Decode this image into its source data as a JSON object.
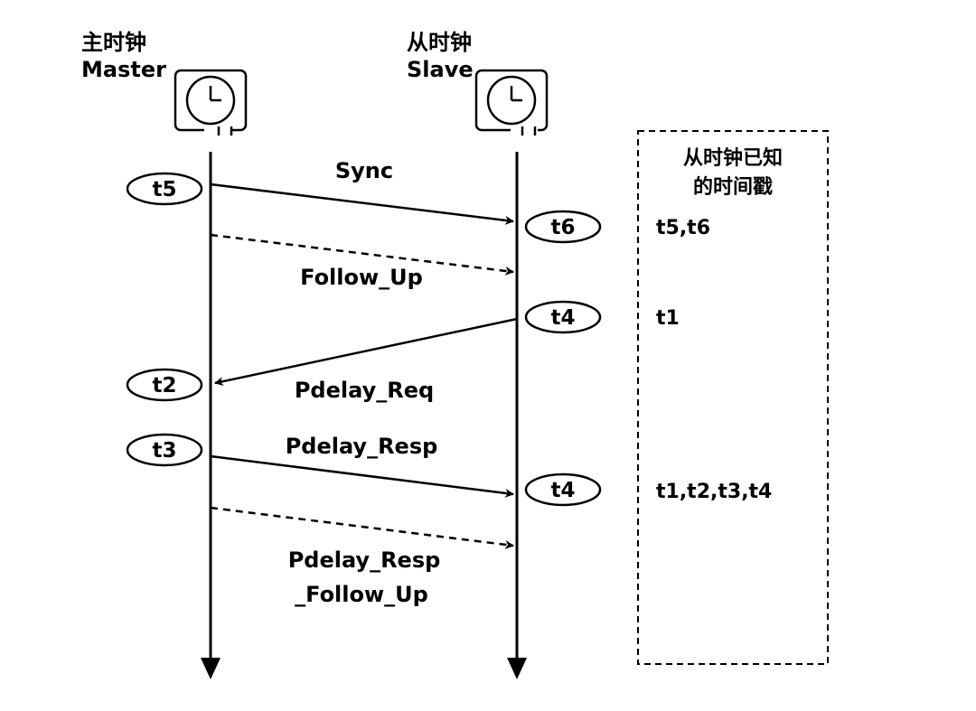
{
  "master": {
    "cn": "主时钟",
    "en": "Master"
  },
  "slave": {
    "cn": "从时钟",
    "en": "Slave"
  },
  "known_box": {
    "title_line1": "从时钟已知",
    "title_line2": "的时间戳"
  },
  "messages": {
    "sync": "Sync",
    "follow_up": "Follow_Up",
    "pdelay_req": "Pdelay_Req",
    "pdelay_resp": "Pdelay_Resp",
    "pdelay_resp_follow_up_line1": "Pdelay_Resp",
    "pdelay_resp_follow_up_line2": "_Follow_Up"
  },
  "timestamps": {
    "master_sync": "t5",
    "slave_sync": "t6",
    "slave_req": "t4",
    "master_req": "t2",
    "master_resp": "t3",
    "slave_resp": "t4"
  },
  "known_values": {
    "after_sync": "t5,t6",
    "after_req": "t1",
    "after_resp": "t1,t2,t3,t4"
  }
}
